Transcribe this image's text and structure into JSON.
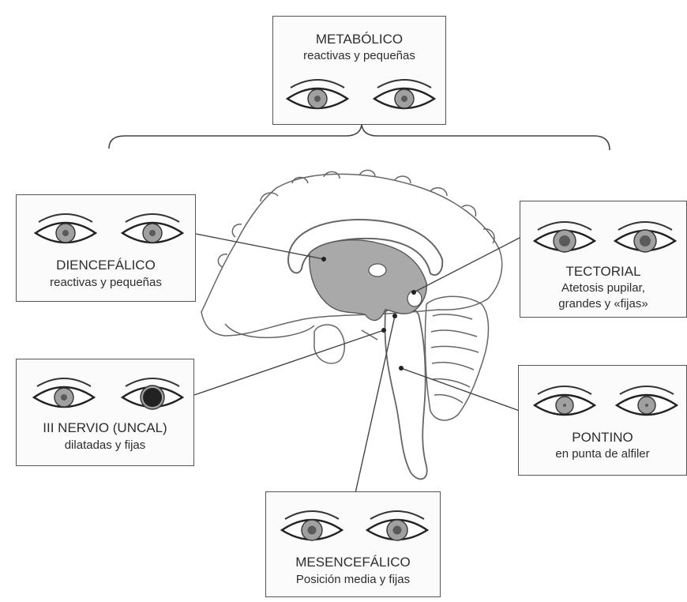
{
  "boxes": {
    "metabolico": {
      "title": "METABÓLICO",
      "subtitle": "reactivas y pequeñas",
      "pupil": "small"
    },
    "diencefalico": {
      "title": "DIENCEFÁLICO",
      "subtitle": "reactivas y pequeñas",
      "pupil": "small"
    },
    "tectorial": {
      "title": "TECTORIAL",
      "subtitle": "Atetosis pupilar,",
      "subtitle2": "grandes y «fijas»",
      "pupil": "large"
    },
    "uncal": {
      "title": "III NERVIO (UNCAL)",
      "subtitle": "dilatadas y fijas",
      "pupil": "one-dilated"
    },
    "pontino": {
      "title": "PONTINO",
      "subtitle": "en punta de alfiler",
      "pupil": "pinpoint"
    },
    "mesencefalico": {
      "title": "MESENCEFÁLICO",
      "subtitle": "Posición media y fijas",
      "pupil": "mid"
    }
  },
  "colors": {
    "line": "#444444",
    "shade": "#a9a9a9",
    "pupil": "#5a5a5a",
    "pupil_dark": "#222222"
  }
}
